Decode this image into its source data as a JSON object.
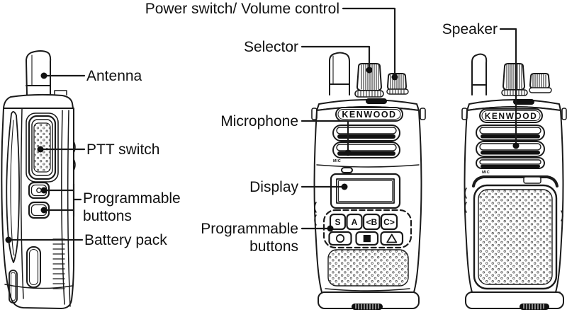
{
  "labels": {
    "power_volume": "Power switch/ Volume control",
    "selector": "Selector",
    "speaker": "Speaker",
    "antenna": "Antenna",
    "microphone": "Microphone",
    "ptt_switch": "PTT switch",
    "display": "Display",
    "programmable_side_line1": "Programmable",
    "programmable_side_line2": "buttons",
    "programmable_front_line1": "Programmable",
    "programmable_front_line2": "buttons",
    "battery_pack": "Battery pack"
  },
  "radio": {
    "brand": "KENWOOD",
    "mic_label": "MIC",
    "keypad": {
      "row1": [
        "S",
        "A",
        "<B",
        "C>"
      ],
      "row2_icons": [
        "circle-icon",
        "square-filled-icon",
        "triangle-icon"
      ]
    }
  },
  "colors": {
    "line": "#1a1a1a",
    "background": "#ffffff",
    "text": "#111111"
  }
}
